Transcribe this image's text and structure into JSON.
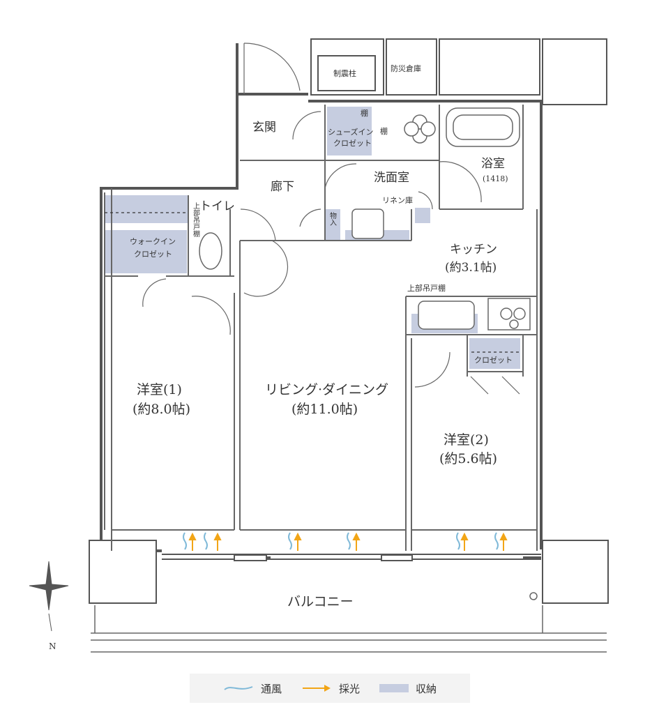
{
  "rooms": {
    "genkan": "玄関",
    "seishin": "制震柱",
    "bousai": "防災倉庫",
    "shoes_1": "シューズイン",
    "shoes_2": "クロゼット",
    "tana_a": "棚",
    "tana_b": "棚",
    "yokushitsu": "浴室",
    "yokushitsu_size": "(1418)",
    "rouka": "廊下",
    "senmen": "洗面室",
    "linen": "リネン庫",
    "monoire": "物入",
    "toilet": "トイレ",
    "toilet_cabinet": "上部吊戸棚",
    "walkin_1": "ウォークイン",
    "walkin_2": "クロゼット",
    "kitchen": "キッチン",
    "kitchen_size": "(約3.1帖)",
    "kitchen_cabinet": "上部吊戸棚",
    "closet": "クロゼット",
    "youshitsu1": "洋室(1)",
    "youshitsu1_size": "(約8.0帖)",
    "living": "リビング·ダイニング",
    "living_size": "(約11.0帖)",
    "youshitsu2": "洋室(2)",
    "youshitsu2_size": "(約5.6帖)",
    "balcony": "バルコニー"
  },
  "compass": {
    "north": "N"
  },
  "legend": {
    "ventilation": "通風",
    "lighting": "採光",
    "storage": "収納",
    "ventilation_color": "#7fb9d8",
    "lighting_color": "#f2a516",
    "storage_color": "#c6cde0"
  }
}
